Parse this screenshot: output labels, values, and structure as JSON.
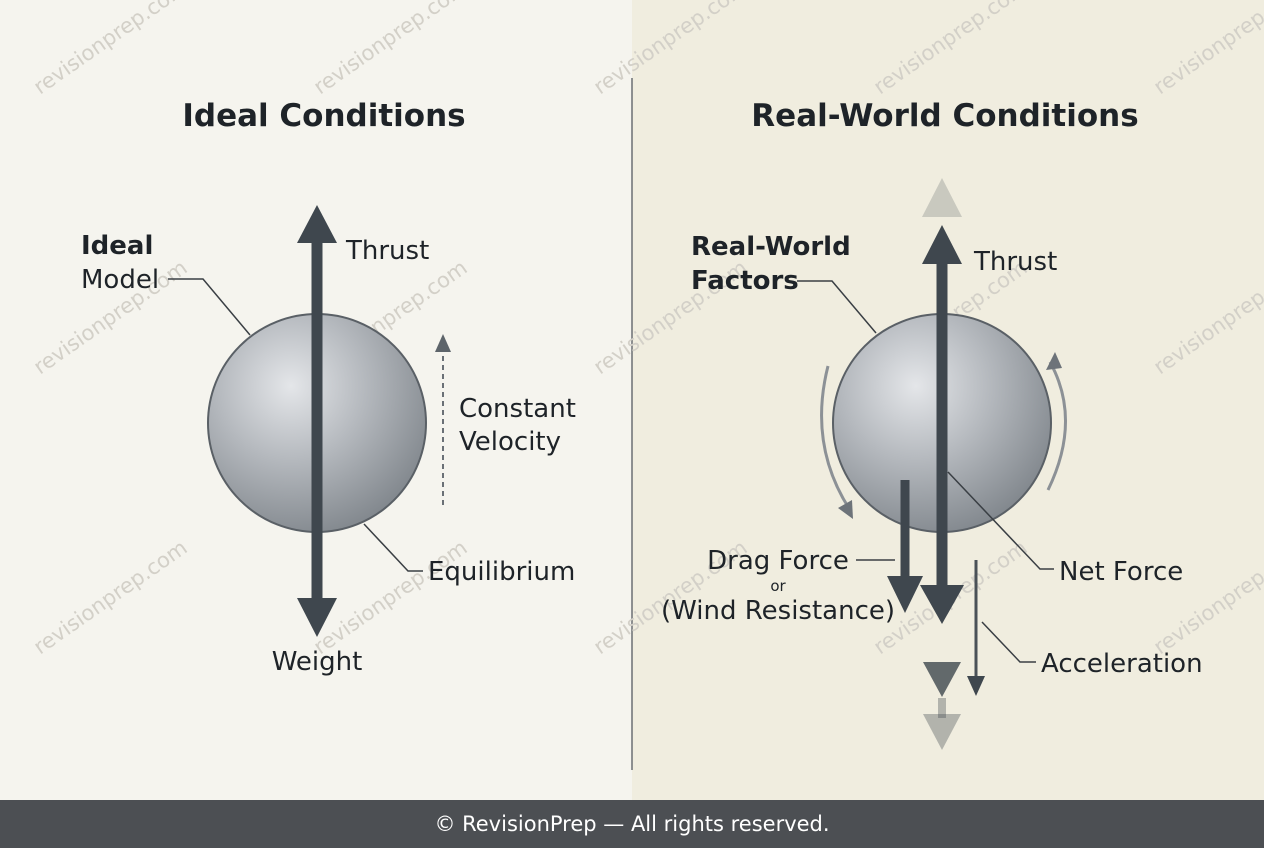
{
  "ideal": {
    "title": "Ideal Conditions",
    "model_label_line1": "Ideal",
    "model_label_line2": "Model",
    "thrust": "Thrust",
    "weight": "Weight",
    "velocity_line1": "Constant",
    "velocity_line2": "Velocity",
    "equilibrium": "Equilibrium"
  },
  "real": {
    "title": "Real-World Conditions",
    "factors_line1": "Real-World",
    "factors_line2": "Factors",
    "thrust": "Thrust",
    "drag_line1": "Drag Force",
    "drag_or": "or",
    "drag_line2": "(Wind Resistance)",
    "net_force": "Net Force",
    "acceleration": "Acceleration"
  },
  "watermark": "revisionprep.com",
  "footer": "© RevisionPrep — All rights reserved.",
  "colors": {
    "arrow": "#3f474e",
    "sphere": "#a9adb2",
    "left_bg": "#f5f4ee",
    "right_bg": "#f0eddf",
    "footer_bg": "#4c4f53"
  }
}
